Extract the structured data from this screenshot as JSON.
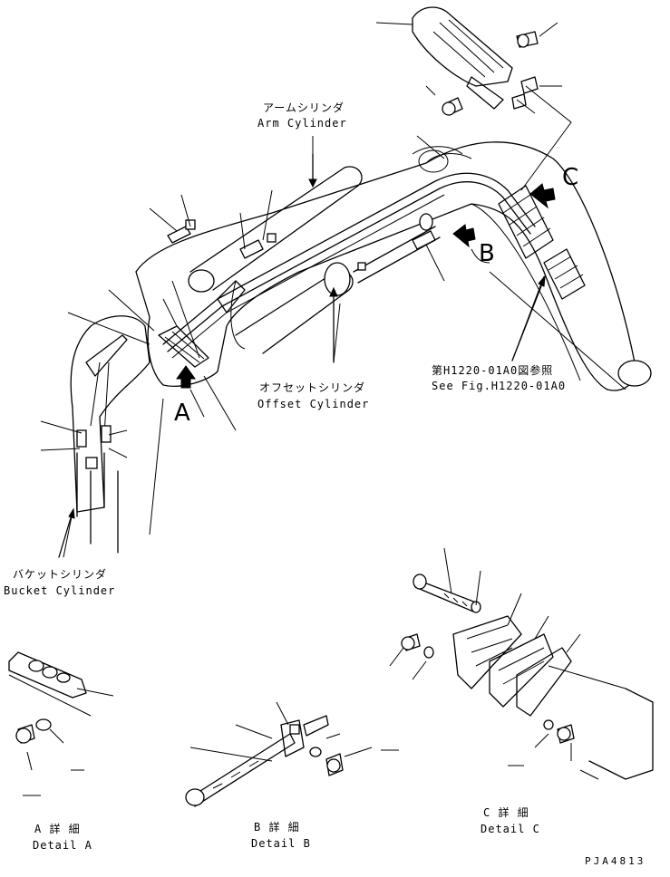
{
  "labels": {
    "arm_cylinder_jp": "アームシリンダ",
    "arm_cylinder_en": "Arm Cylinder",
    "offset_cylinder_jp": "オフセットシリンダ",
    "offset_cylinder_en": "Offset Cylinder",
    "bucket_cylinder_jp": "バケットシリンダ",
    "bucket_cylinder_en": "Bucket Cylinder",
    "see_fig_jp": "第H1220-01A0図参照",
    "see_fig_en": "See Fig.H1220-01A0",
    "callout_a": "A",
    "callout_b": "B",
    "callout_c": "C",
    "detail_a_jp": "A 詳 細",
    "detail_a_en": "Detail A",
    "detail_b_jp": "B 詳 細",
    "detail_b_en": "Detail B",
    "detail_c_jp": "C 詳 細",
    "detail_c_en": "Detail C",
    "drawing_number": "PJA4813"
  }
}
